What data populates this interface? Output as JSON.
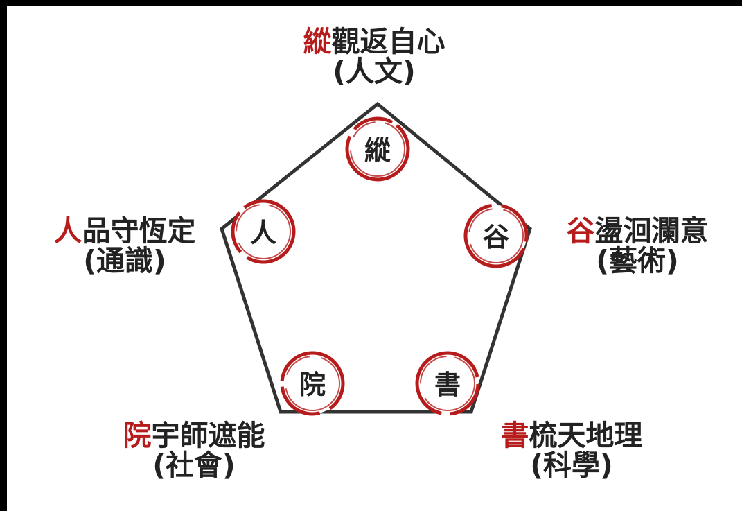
{
  "colors": {
    "accent": "#b71c1c",
    "text": "#222222",
    "edge": "#333333",
    "frame": "#000000",
    "background": "#ffffff"
  },
  "nodes": [
    {
      "id": "top",
      "char": "縱"
    },
    {
      "id": "right",
      "char": "谷"
    },
    {
      "id": "bottom-right",
      "char": "書"
    },
    {
      "id": "bottom-left",
      "char": "院"
    },
    {
      "id": "left",
      "char": "人"
    }
  ],
  "labels": {
    "top": {
      "accent": "縱",
      "rest": "觀返自心",
      "sub": "(人文)"
    },
    "left": {
      "accent": "人",
      "rest": "品守恆定",
      "sub": "(通識)"
    },
    "right": {
      "accent": "谷",
      "rest": "盪洄瀾意",
      "sub": "(藝術)"
    },
    "bottom_left": {
      "accent": "院",
      "rest": "宇師遮能",
      "sub": "(社會)"
    },
    "bottom_right": {
      "accent": "書",
      "rest": "梳天地理",
      "sub": "(科學)"
    }
  }
}
